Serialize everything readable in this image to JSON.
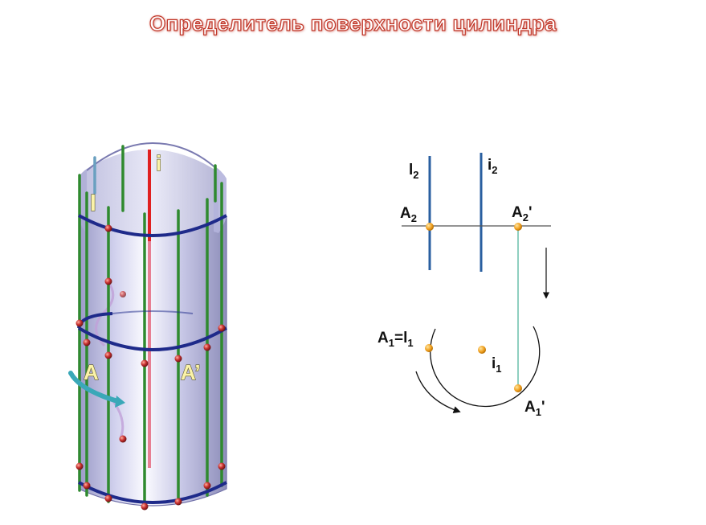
{
  "title": "Определитель поверхности цилиндра",
  "left_figure": {
    "axis_label": "i",
    "generatrix_label": "l",
    "point_label": "A",
    "point_prime_label": "A’"
  },
  "right_figure": {
    "l2": {
      "main": "l",
      "sub": "2"
    },
    "i2": {
      "main": "i",
      "sub": "2"
    },
    "a2": {
      "main": "A",
      "sub": "2",
      "suffix": ""
    },
    "a2p": {
      "main": "A",
      "sub": "2",
      "suffix": "'"
    },
    "a1l1": {
      "main": "A",
      "sub": "1",
      "mid": "=l",
      "sub2": "1"
    },
    "i1": {
      "main": "i",
      "sub": "1"
    },
    "a1p": {
      "main": "A",
      "sub": "1",
      "suffix": "'"
    }
  },
  "colors": {
    "axis": "#e02020",
    "rods": "#2f8a2f",
    "rings": "#1e2a8a",
    "surface": "#c8c8e8",
    "projection_lines": "#2a5fa0",
    "point": "#f0a020",
    "connector": "#8fcfc0"
  }
}
